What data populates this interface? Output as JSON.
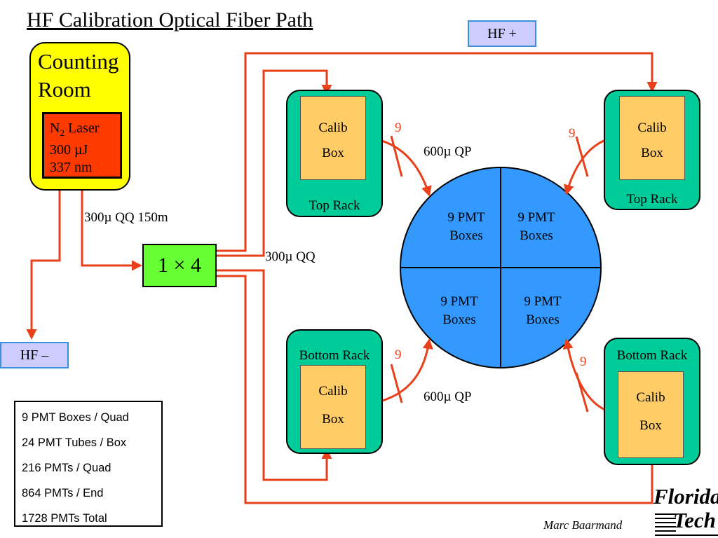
{
  "title": "HF Calibration Optical Fiber Path",
  "counting_room": {
    "line1": "Counting",
    "line2": "Room"
  },
  "laser": {
    "line1_prefix": "N",
    "line1_sub": "2",
    "line1_suffix": " Laser",
    "line2": "300 µJ",
    "line3": "337 nm"
  },
  "splitter": "1 × 4",
  "hf_plus": "HF +",
  "hf_minus": "HF –",
  "fiber_labels": {
    "qq150": "300µ QQ 150m",
    "qq": "300µ  QQ",
    "qp_top": "600µ  QP",
    "qp_bottom": "600µ  QP"
  },
  "fiber_counts": {
    "top_left": "9",
    "top_right": "9",
    "bottom_left": "9",
    "bottom_right": "9"
  },
  "racks": {
    "top_left": {
      "label": "Top Rack",
      "calib1": "Calib",
      "calib2": "Box"
    },
    "top_right": {
      "label": "Top Rack",
      "calib1": "Calib",
      "calib2": "Box"
    },
    "bottom_left": {
      "label": "Bottom Rack",
      "calib1": "Calib",
      "calib2": "Box"
    },
    "bottom_right": {
      "label": "Bottom Rack",
      "calib1": "Calib",
      "calib2": "Box"
    }
  },
  "quadrants": [
    {
      "line1": "9 PMT",
      "line2": "Boxes"
    },
    {
      "line1": "9 PMT",
      "line2": "Boxes"
    },
    {
      "line1": "9 PMT",
      "line2": "Boxes"
    },
    {
      "line1": "9 PMT",
      "line2": "Boxes"
    }
  ],
  "notes": [
    "9 PMT Boxes / Quad",
    "24 PMT Tubes / Box",
    "216 PMTs / Quad",
    "864 PMTs / End",
    "1728 PMTs Total"
  ],
  "author": "Marc Baarmand",
  "logo": {
    "line1": "Florida",
    "line2": "Tech"
  },
  "colors": {
    "fiber": "#e8401a",
    "counting_room": "#ffff00",
    "laser": "#ff3a00",
    "splitter": "#66ff33",
    "rack": "#00cc99",
    "calib_box": "#ffcc66",
    "detector": "#3399ff",
    "hf_box": "#ccccff"
  }
}
